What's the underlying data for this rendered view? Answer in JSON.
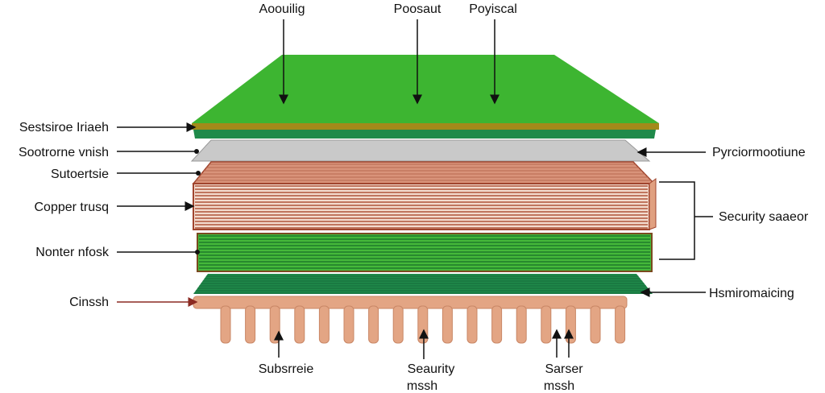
{
  "labels": {
    "top": [
      "Aoouilig",
      "Poosaut",
      "Poyiscal"
    ],
    "left": [
      "Sestsiroe Iriaeh",
      "Sootrorne vnish",
      "Sutoertsie",
      "Copper trusq",
      "Nonter nfosk",
      "Cinssh"
    ],
    "right": [
      "Pyrciormootiune",
      "Security saaeor",
      "Hsmiromaicing"
    ],
    "bottom": [
      {
        "line1": "Subsrreie",
        "line2": ""
      },
      {
        "line1": "Seaurity",
        "line2": "mssh"
      },
      {
        "line1": "Sarser",
        "line2": "mssh"
      }
    ]
  },
  "colors": {
    "board_green": "#3db531",
    "gold_edge": "#a38a1a",
    "dark_green": "#1f8a4a",
    "gray_layer": "#c9c9c9",
    "copper": "#d9937a",
    "copper_dark": "#a0452e",
    "mask_green": "#45b83a",
    "fin": "#e3a584"
  }
}
